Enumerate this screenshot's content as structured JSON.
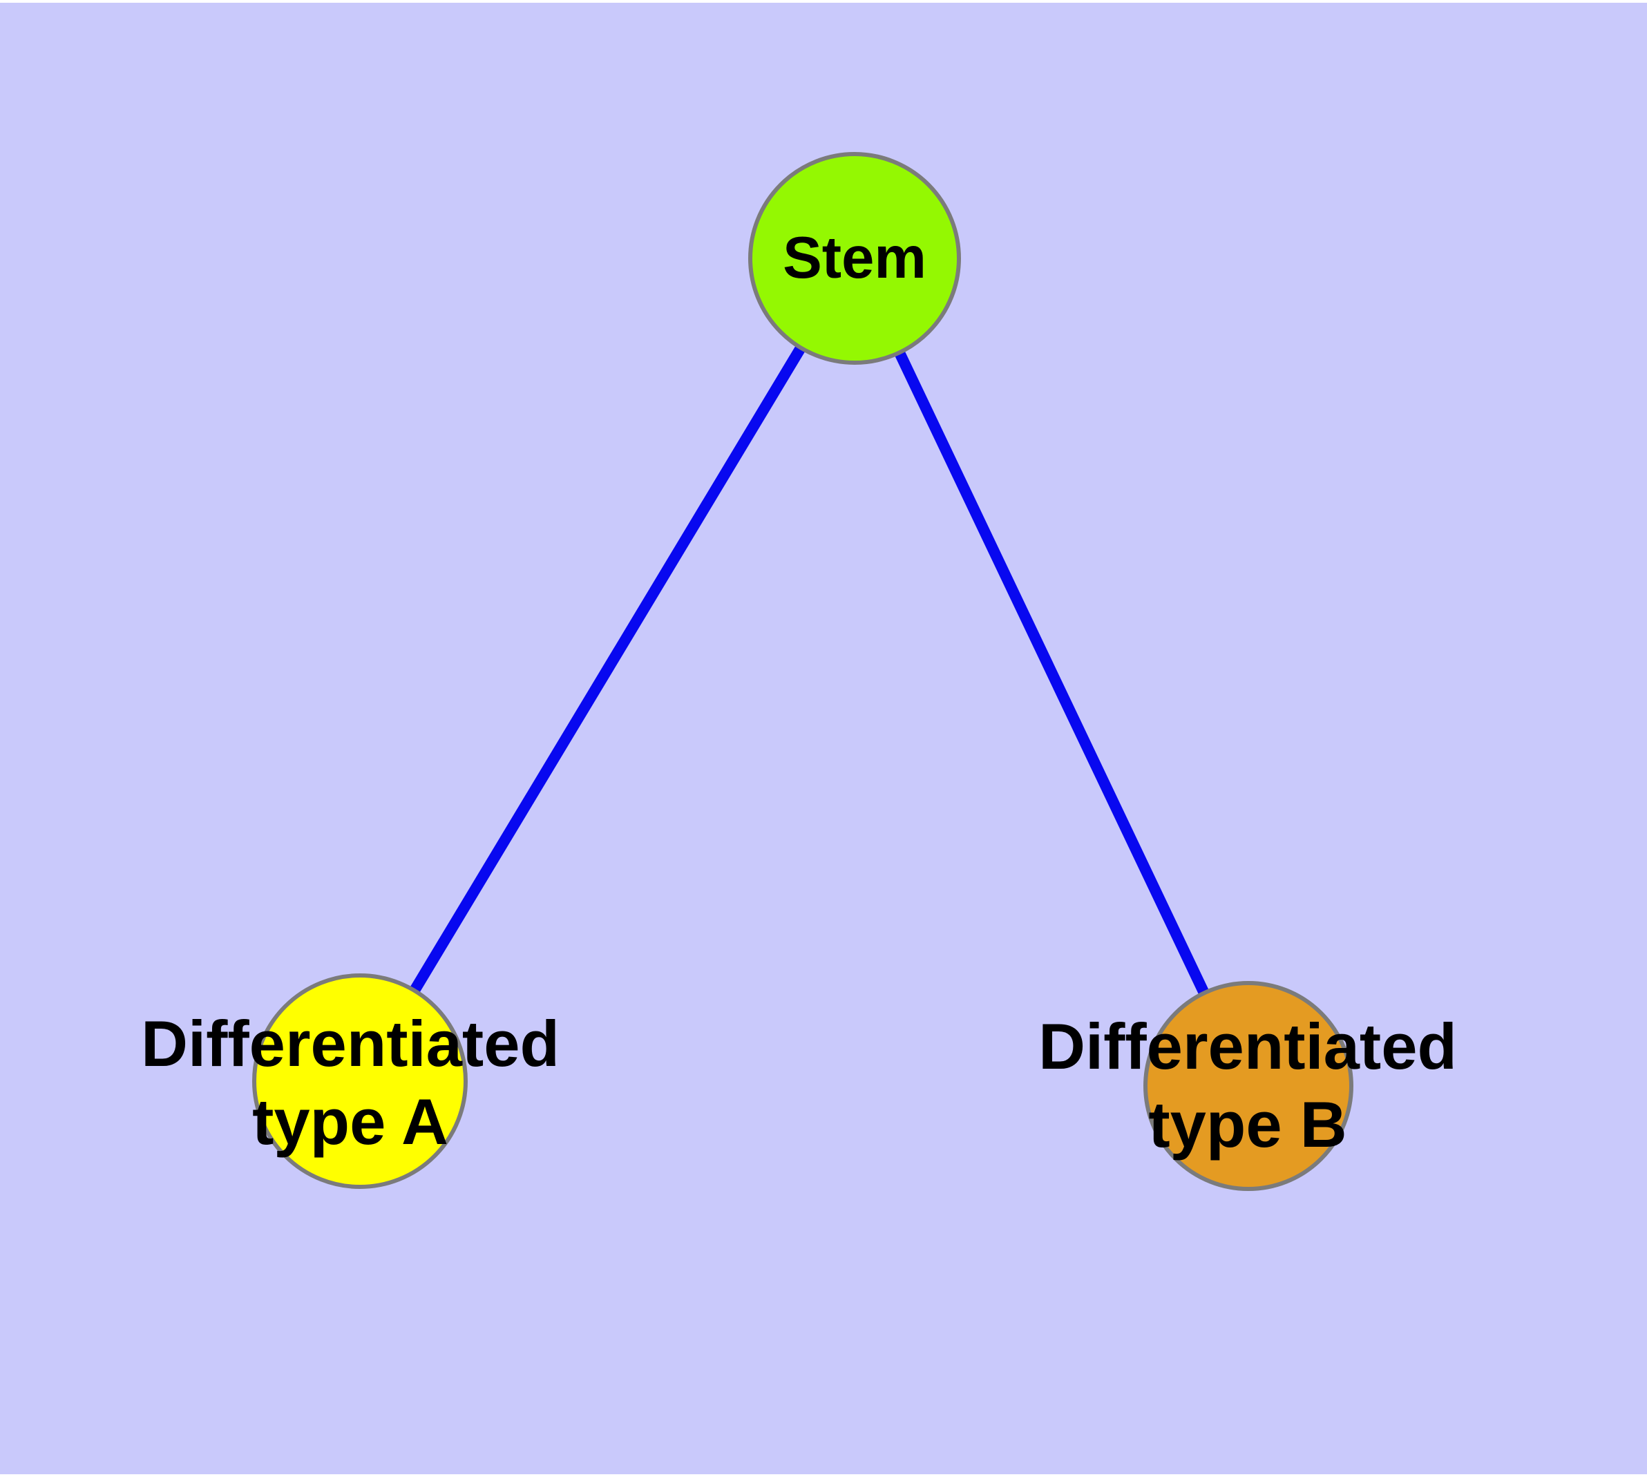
{
  "page": {
    "background_color": "#ffffff"
  },
  "diagram": {
    "type": "node-link-graph",
    "background_color": "#c9c9fb",
    "edge_color": "#0808f0",
    "node_border_color": "#7b7b7b",
    "label_color": "#000000",
    "nodes": [
      {
        "id": "stem",
        "label": "Stem",
        "fill_color": "#94f802"
      },
      {
        "id": "differentiated-type-a",
        "label_line1": "Differentiated",
        "label_line2": "type A",
        "fill_color": "#ffff00"
      },
      {
        "id": "differentiated-type-b",
        "label_line1": "Differentiated",
        "label_line2": "type B",
        "fill_color": "#e49b22"
      }
    ],
    "edges": [
      {
        "from": "Stem",
        "to": "Differentiated type A"
      },
      {
        "from": "Stem",
        "to": "Differentiated type B"
      }
    ]
  }
}
